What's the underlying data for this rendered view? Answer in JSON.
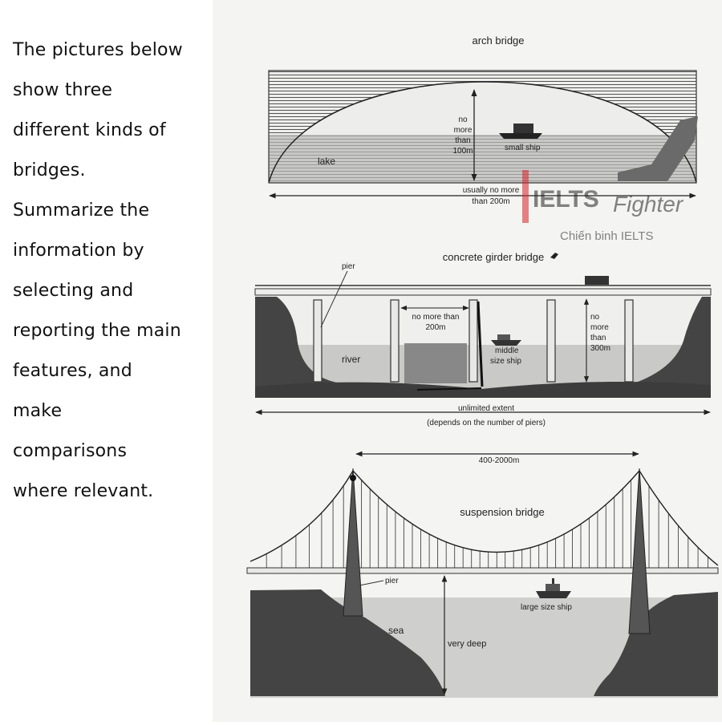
{
  "prompt": {
    "lines": [
      "The pictures below",
      "show three",
      "different kinds of",
      "bridges.",
      "Summarize the",
      "information by",
      "selecting and",
      "reporting the main",
      "features, and",
      "make",
      "comparisons",
      "where relevant."
    ]
  },
  "watermark": {
    "brand_main": "IELTS",
    "brand_script": "Fighter",
    "tagline": "Chiến binh IELTS",
    "color": "#d8222a"
  },
  "arch_bridge": {
    "title": "arch bridge",
    "height_label_1": "no",
    "height_label_2": "more",
    "height_label_3": "than",
    "height_label_4": "100m",
    "ship_label": "small ship",
    "water_label": "lake",
    "span_label_1": "usually no more",
    "span_label_2": "than 200m"
  },
  "girder_bridge": {
    "title": "concrete girder bridge",
    "pier_label": "pier",
    "gap_label_1": "no more than",
    "gap_label_2": "200m",
    "height_label_1": "no",
    "height_label_2": "more",
    "height_label_3": "than",
    "height_label_4": "300m",
    "water_label": "river",
    "ship_label_1": "middle",
    "ship_label_2": "size ship",
    "span_label_1": "unlimited extent",
    "span_label_2": "(depends on the number of piers)"
  },
  "suspension_bridge": {
    "title": "suspension bridge",
    "span_label": "400-2000m",
    "pier_label": "pier",
    "water_label": "sea",
    "ship_label": "large size ship",
    "depth_label": "very deep"
  }
}
